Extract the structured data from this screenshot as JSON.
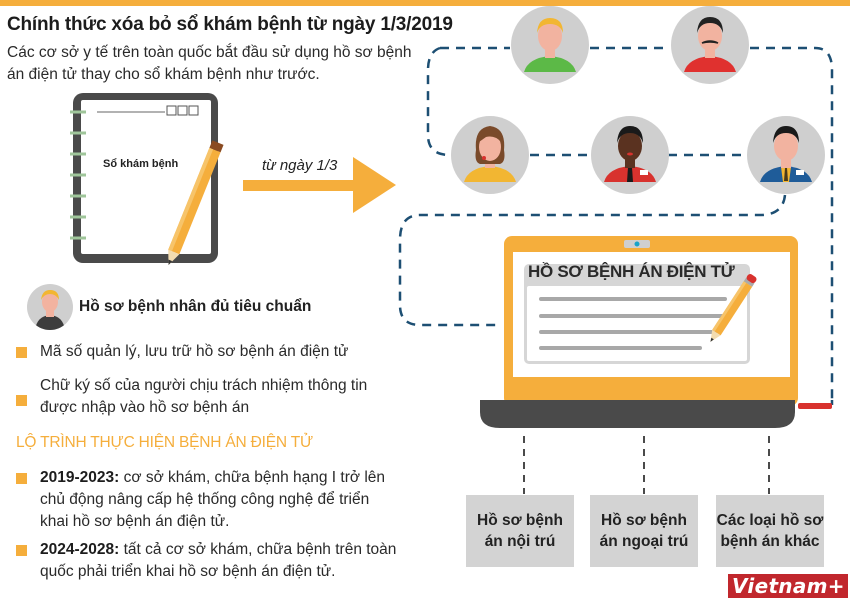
{
  "header": {
    "title": "Chính thức xóa bỏ sổ khám bệnh từ ngày 1/3/2019",
    "subtitle": "Các cơ sở y tế trên toàn quốc bắt đầu sử dụng hồ sơ bệnh án điện tử thay cho sổ khám bệnh như trước."
  },
  "notebook": {
    "label": "Sổ khám bệnh"
  },
  "transition": {
    "arrow_label": "từ ngày 1/3"
  },
  "patient_profile": {
    "title": "Hồ sơ bệnh nhân đủ tiêu chuẩn",
    "requirements": [
      "Mã số quản lý, lưu trữ hồ sơ bệnh án điện tử",
      "Chữ ký số của người chịu trách nhiệm thông tin được nhập vào hồ sơ bệnh án"
    ]
  },
  "roadmap": {
    "title": "LỘ TRÌNH THỰC HIỆN BỆNH ÁN ĐIỆN TỬ",
    "phases": [
      {
        "period": "2019-2023:",
        "text": " cơ sở khám, chữa bệnh hạng I trở lên chủ động nâng cấp hệ thống công nghệ để triển khai hồ sơ bệnh án điện tử."
      },
      {
        "period": "2024-2028:",
        "text": " tất cả cơ sở khám, chữa bệnh trên toàn quốc phải triển khai hồ sơ bệnh án điện tử."
      }
    ]
  },
  "people": [
    {
      "name": "person-green-shirt",
      "shirt": "#5cb947",
      "hair": "#f2b632"
    },
    {
      "name": "person-red-shirt-mustache",
      "shirt": "#e0312f",
      "hair": "#222222"
    },
    {
      "name": "person-headset-yellow",
      "shirt": "#f2b632",
      "hair": "#7a4a2a"
    },
    {
      "name": "person-red-shirt-tie",
      "shirt": "#d8322e",
      "hair": "#1a1a1a"
    },
    {
      "name": "person-blue-suit",
      "shirt": "#1f5c99",
      "hair": "#1a1a1a"
    }
  ],
  "laptop": {
    "screen_title": "HỒ SƠ BỆNH ÁN ĐIỆN TỬ"
  },
  "record_types": [
    "Hồ sơ bệnh án nội trú",
    "Hồ sơ bệnh án ngoại trú",
    "Các loại hồ sơ bệnh án khác"
  ],
  "branding": {
    "logo": "Vietnam+"
  },
  "colors": {
    "accent": "#f5ae3c",
    "dash": "#1d4f73",
    "laptop_base": "#4a4a4a",
    "box": "#d3d3d3",
    "logo_bg": "#c1272d"
  }
}
